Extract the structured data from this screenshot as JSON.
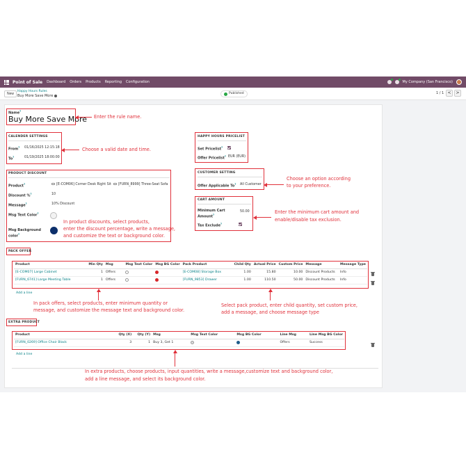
{
  "topbar": {
    "brand": "Point of Sale",
    "menu": [
      "Dashboard",
      "Orders",
      "Products",
      "Reporting",
      "Configuration"
    ],
    "company": "My Company (San Francisco)",
    "icons": [
      "apps-grid-icon",
      "chat-icon",
      "activity-clock-icon",
      "avatar"
    ],
    "color": "#714b67"
  },
  "control": {
    "new_label": "New",
    "breadcrumb": "Happy Hours Rules",
    "record_title": "Buy More Save More",
    "published_label": "Published",
    "pager": "1 / 1",
    "prev_glyph": "<",
    "next_glyph": ">"
  },
  "rule": {
    "name_label": "Name",
    "name_value": "Buy More Save More"
  },
  "calendar": {
    "title": "CALENDER SETTINGS",
    "from_label": "From",
    "from_value": "01/16/2025 12:15:18",
    "to_label": "To",
    "to_value": "01/19/2025 18:00:00"
  },
  "pricelist": {
    "title": "HAPPY HOURS PRICELIST",
    "set_label": "Set Pricelist",
    "set_checked": true,
    "offer_label": "Offer Pricelist",
    "offer_value": "EUR (EUR)"
  },
  "customer": {
    "title": "CUSTOMER SETTING",
    "applicable_label": "Offer Applicable To",
    "applicable_value": "All Customer"
  },
  "cart": {
    "title": "CART AMOUNT",
    "min_label_1": "Minimum Cart",
    "min_label_2": "Amount",
    "min_value": "50.00",
    "tax_label": "Tax Exclude",
    "tax_checked": true
  },
  "discount": {
    "title": "PRODUCT DISCOUNT",
    "product_label": "Product",
    "product_tags": [
      "[E-COM06] Corner Desk Right Sit",
      "[FURN_8999] Three-Seat Sofa"
    ],
    "discount_label": "Discount %",
    "discount_value": "10",
    "message_label": "Message",
    "message_value": "10% Discount",
    "text_color_label": "Msg Text Color",
    "text_color": "#f0f0f0",
    "bg_color_label_1": "Msg Background",
    "bg_color_label_2": "color",
    "bg_color": "#0c2f6b"
  },
  "pack_offer": {
    "title": "PACK OFFER",
    "columns": [
      "Product",
      "Min Qty",
      "Msg",
      "Msg Text Color",
      "Msg BG Color",
      "Pack Product",
      "Child Qty",
      "Actual Price",
      "Custom Price",
      "Message",
      "Message Type"
    ],
    "rows": [
      {
        "product": "[E-COM07] Large Cabinet",
        "min_qty": "1",
        "msg": "Offers",
        "text_color": "#ffffff",
        "bg_color": "#d7262a",
        "pack_product": "[E-COM08] Storage Box",
        "child_qty": "1.00",
        "actual_price": "15.80",
        "custom_price": "10.00",
        "message": "Discount Products",
        "message_type": "Info"
      },
      {
        "product": "[FURN_6741] Large Meeting Table",
        "min_qty": "1",
        "msg": "Offers",
        "text_color": "#ffffff",
        "bg_color": "#d7262a",
        "pack_product": "[FURN_9853] Drawer",
        "child_qty": "1.00",
        "actual_price": "110.50",
        "custom_price": "50.00",
        "message": "Discount Products",
        "message_type": "Info"
      }
    ],
    "add_line": "Add a line"
  },
  "extra_product": {
    "title": "EXTRA PRODUCT",
    "columns": [
      "Product",
      "Qty (X)",
      "Qty (Y)",
      "Msg",
      "Msg Text Color",
      "Msg BG Color",
      "Line Msg",
      "Line Msg BG Color"
    ],
    "rows": [
      {
        "product": "[FURN_0269] Office Chair Black",
        "qty_x": "3",
        "qty_y": "1",
        "msg": "Buy 3, Get 1",
        "text_color": "#dddddd",
        "bg_color": "#1f5c8a",
        "line_msg": "Offers",
        "line_bg": "Success"
      }
    ],
    "add_line": "Add a line"
  },
  "annotations": {
    "name": "Enter the rule name.",
    "date": "Choose a valid date and time.",
    "customer_1": "Choose an option according",
    "customer_2": "to your preference.",
    "cart_1": "Enter the minimum cart amount and",
    "cart_2": "enable/disable tax exclusion.",
    "discount_1": "In product discounts, select products,",
    "discount_2": "enter the discount percentage, write a message,",
    "discount_3": "and customize the text or background color.",
    "pack_left_1": "In pack offers, select products, enter minimum quantity or",
    "pack_left_2": "message, and customize the message text and background color.",
    "pack_right_1": "Select pack product, enter child quantity, set custom price,",
    "pack_right_2": "add a message, and choose message type",
    "extra_1": "In extra products, choose products, input quantities, write a message,customize text and background color,",
    "extra_2": "add a line message, and select its background color.",
    "color": "#e0303a"
  }
}
